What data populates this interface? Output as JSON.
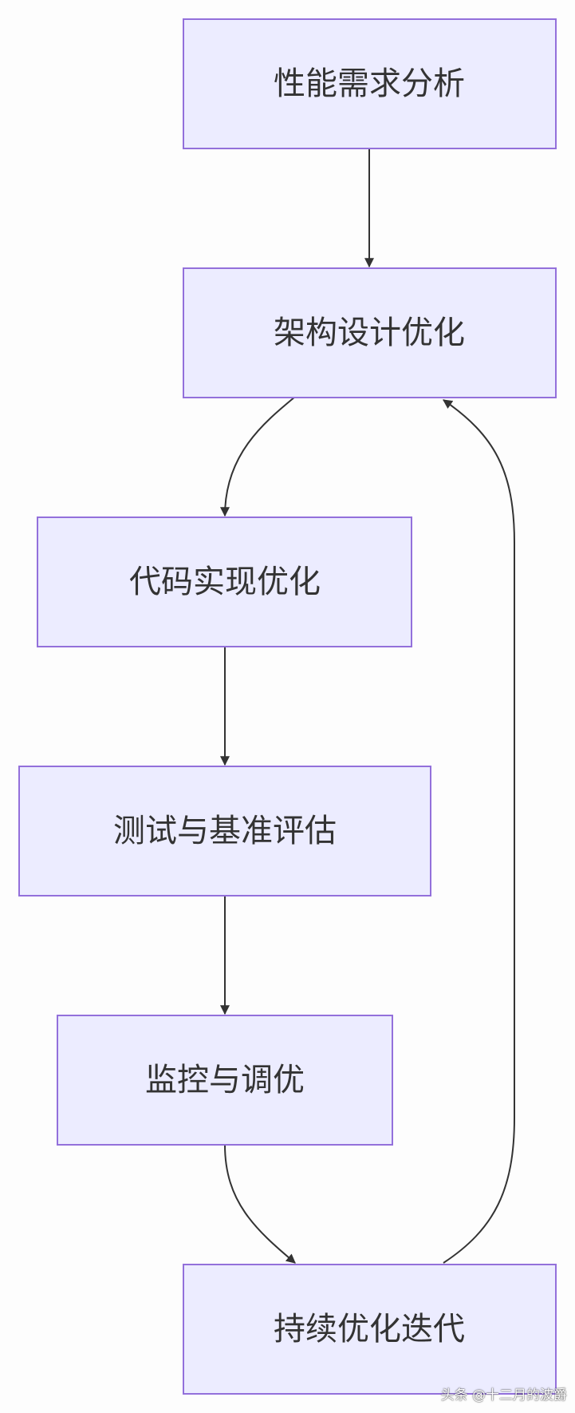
{
  "nodes": [
    {
      "id": "requirements",
      "label": "性能需求分析"
    },
    {
      "id": "architecture",
      "label": "架构设计优化"
    },
    {
      "id": "code",
      "label": "代码实现优化"
    },
    {
      "id": "testing",
      "label": "测试与基准评估"
    },
    {
      "id": "monitoring",
      "label": "监控与调优"
    },
    {
      "id": "iteration",
      "label": "持续优化迭代"
    }
  ],
  "edges": [
    {
      "from": "requirements",
      "to": "architecture"
    },
    {
      "from": "architecture",
      "to": "code"
    },
    {
      "from": "code",
      "to": "testing"
    },
    {
      "from": "testing",
      "to": "monitoring"
    },
    {
      "from": "monitoring",
      "to": "iteration"
    },
    {
      "from": "iteration",
      "to": "architecture"
    }
  ],
  "colors": {
    "node_fill": "#ececff",
    "node_stroke": "#9370db",
    "edge": "#333333",
    "background": "#fdfdfd"
  },
  "watermark": "头条 @十二月的波爵"
}
